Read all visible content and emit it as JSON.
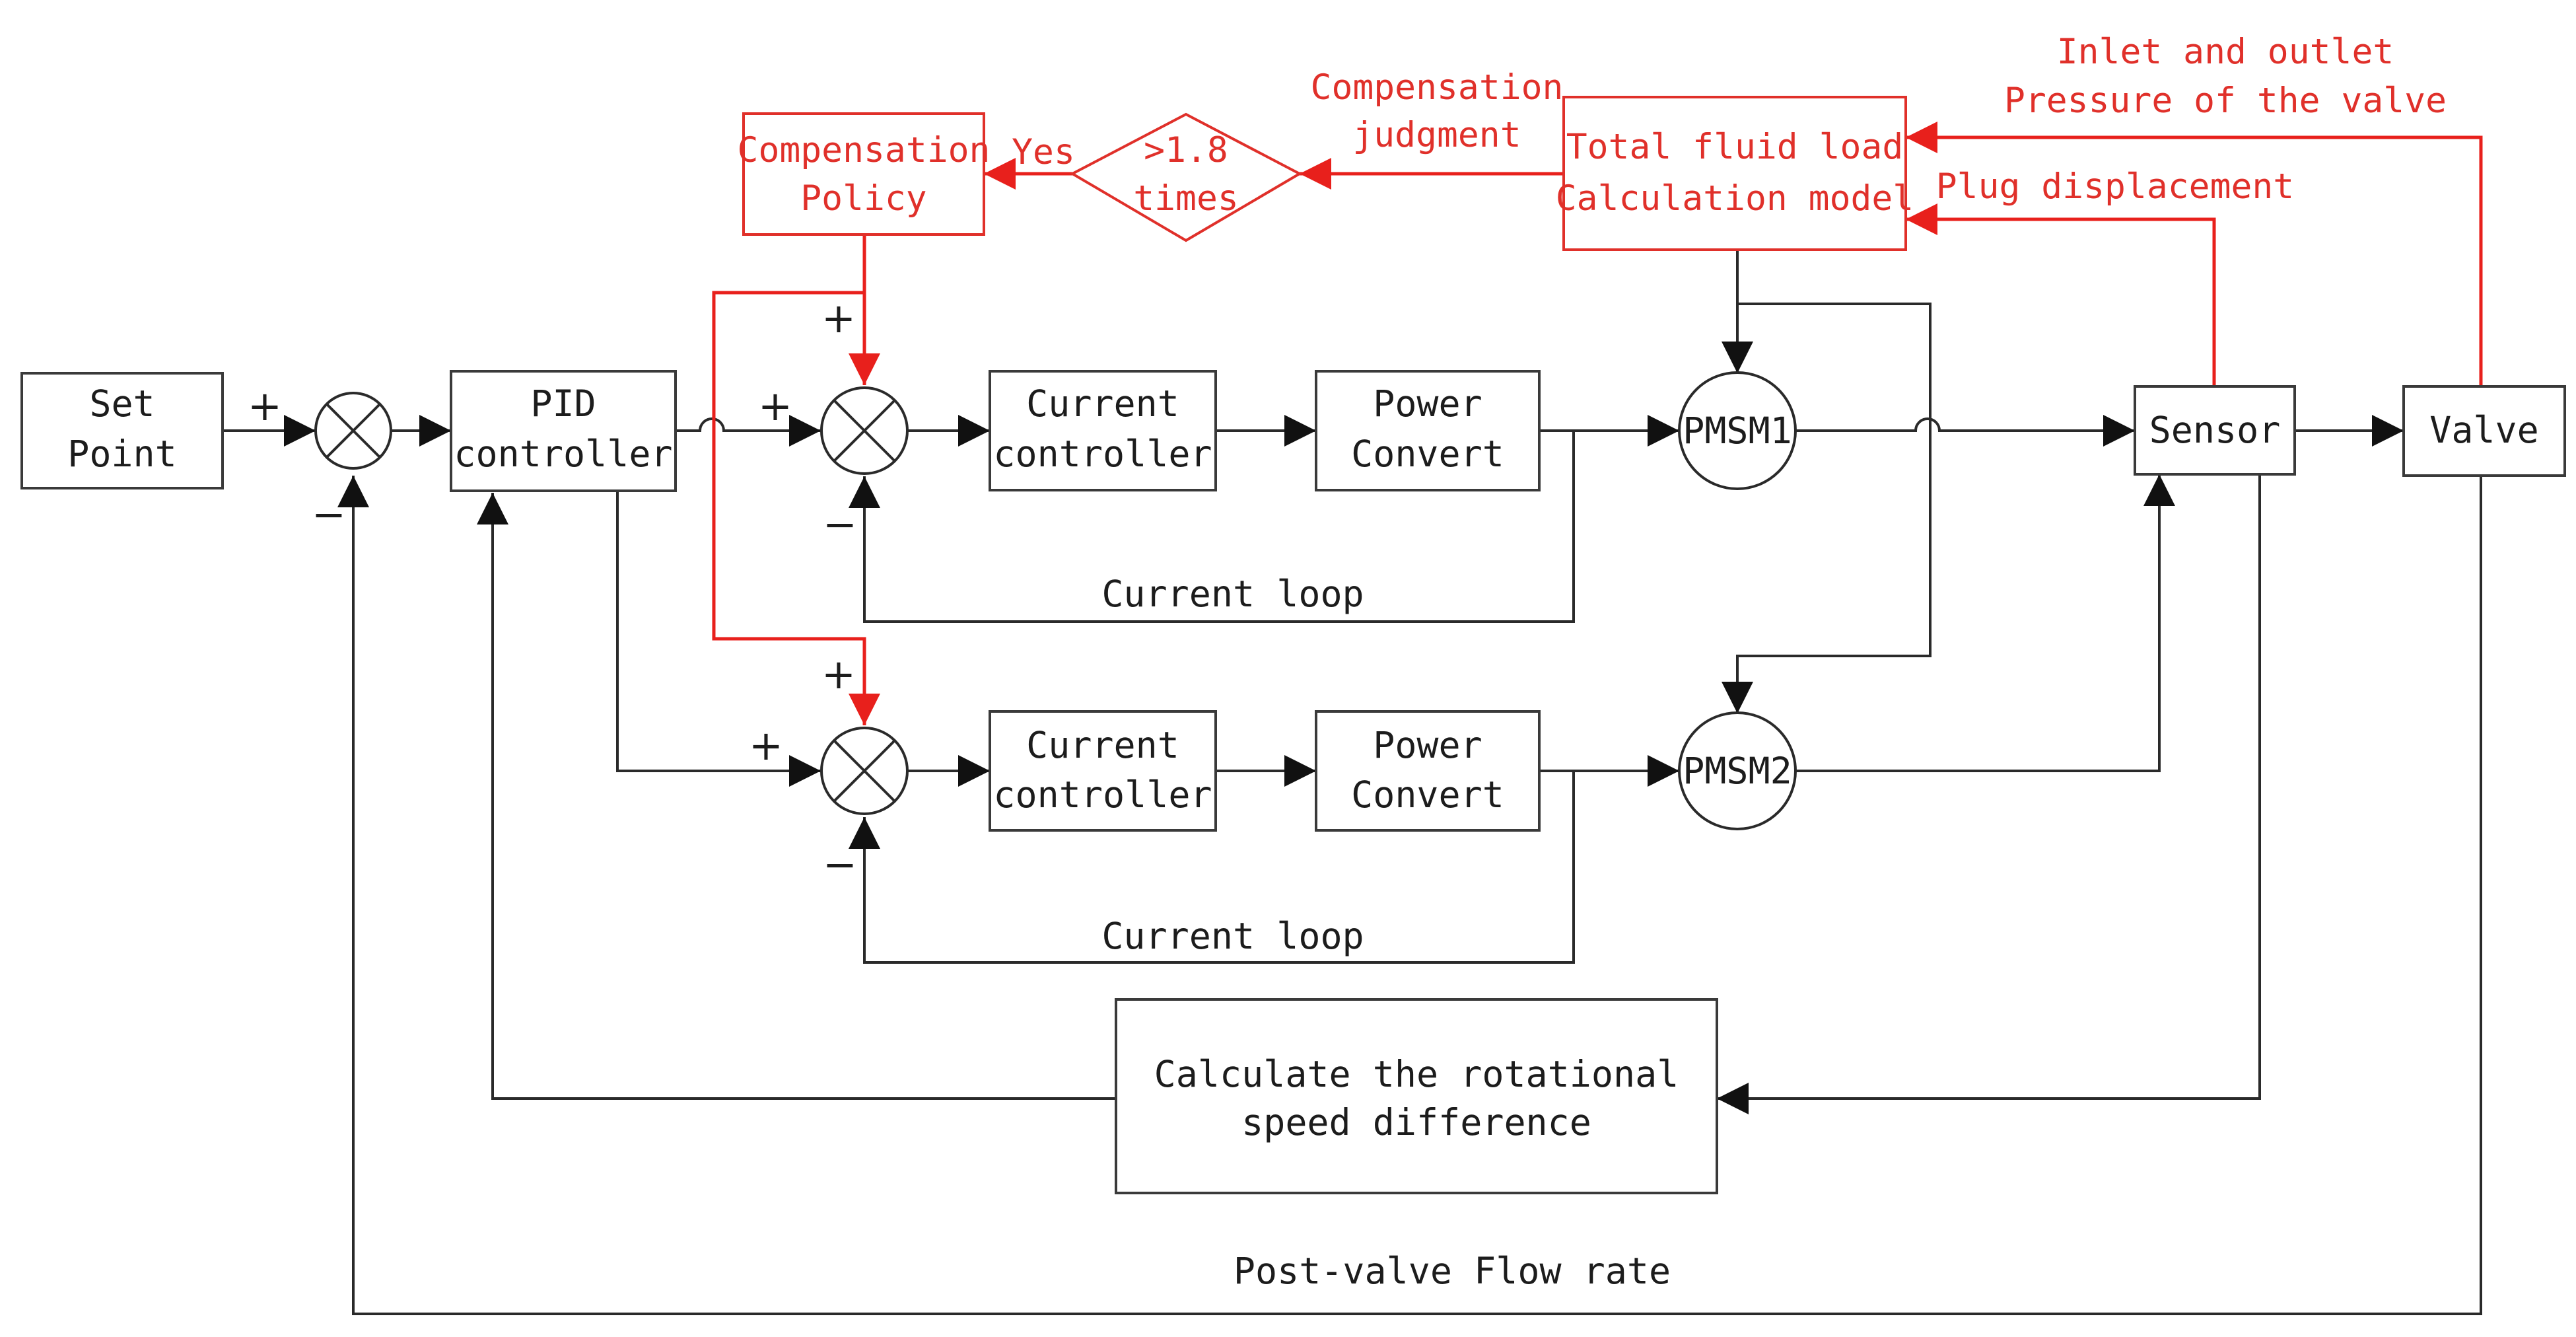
{
  "colors": {
    "line": "#2a2a2a",
    "highlight": "#e0302a",
    "background": "#ffffff"
  },
  "blocks": {
    "set_point": [
      "Set",
      "Point"
    ],
    "pid_controller": [
      "PID",
      "controller"
    ],
    "current_controller_1": [
      "Current",
      "controller"
    ],
    "power_convert_1": [
      "Power",
      "Convert"
    ],
    "current_controller_2": [
      "Current",
      "controller"
    ],
    "power_convert_2": [
      "Power",
      "Convert"
    ],
    "pmsm1": "PMSM1",
    "pmsm2": "PMSM2",
    "sensor": "Sensor",
    "valve": "Valve",
    "speed_difference": [
      "Calculate the rotational",
      "speed difference"
    ],
    "compensation_policy": [
      "Compensation",
      "Policy"
    ],
    "threshold": [
      ">1.8",
      "times"
    ],
    "fluid_load_model": [
      "Total fluid load",
      "Calculation model"
    ]
  },
  "labels": {
    "current_loop_1": "Current loop",
    "current_loop_2": "Current loop",
    "post_valve_flow": "Post-valve Flow rate",
    "yes": "Yes",
    "compensation_judgment": [
      "Compensation",
      "judgment"
    ],
    "inlet_outlet_pressure": [
      "Inlet and outlet",
      "Pressure of the valve"
    ],
    "plug_displacement": "Plug displacement"
  },
  "signs": {
    "plus": "+",
    "minus": "−"
  }
}
